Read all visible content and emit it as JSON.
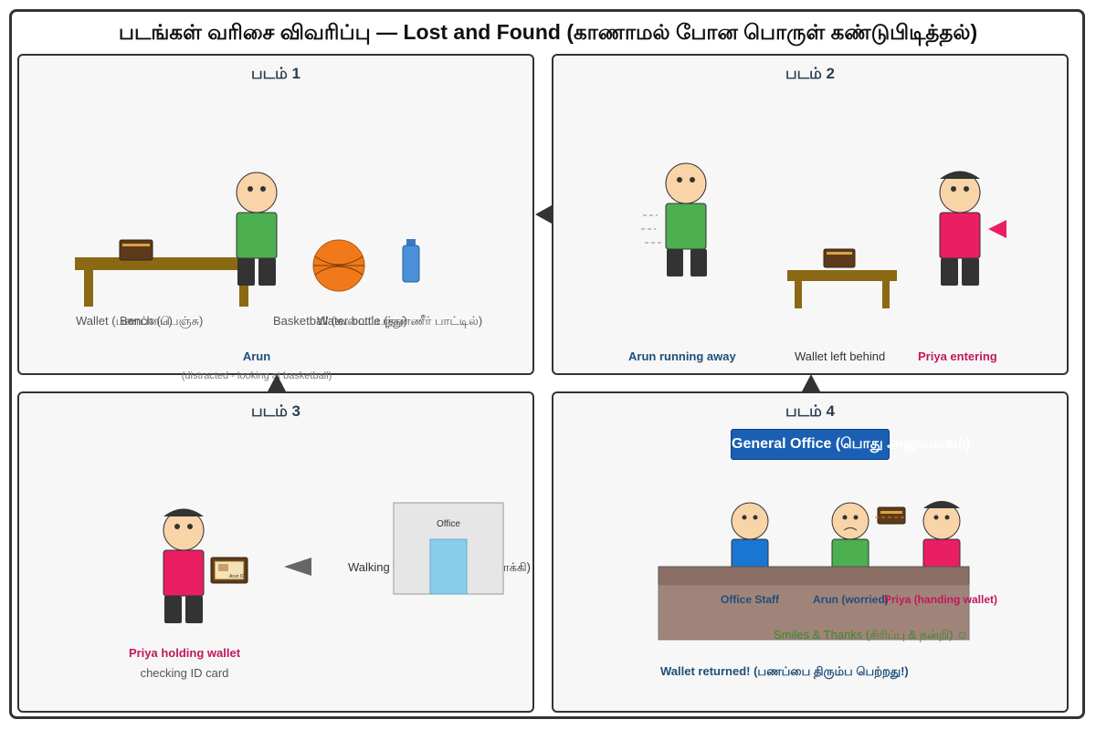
{
  "title": "படங்கள் வரிசை விவரிப்பு — Lost and Found (காணாமல் போன பொருள் கண்டுபிடித்தல்)",
  "panels": [
    {
      "title": "படம் 1",
      "labels": {
        "wallet": "Wallet (பணப்பை)",
        "bench": "Bench (பெஞ்சு)",
        "basketball": "Basketball (கூடைப்பந்து)",
        "water_bottle": "Water bottle (தண்ணீர் பாட்டில்)",
        "arun": "Arun",
        "arun_note": "(distracted - looking at basketball)"
      }
    },
    {
      "title": "படம் 2",
      "labels": {
        "arun_running": "Arun running away",
        "wallet_left": "Wallet left behind",
        "priya_entering": "Priya entering"
      }
    },
    {
      "title": "படம் 3",
      "labels": {
        "priya_holding": "Priya holding wallet",
        "checking_id": "checking ID card",
        "walking": "Walking to office (அலுவலகம் நோக்கி)",
        "office_sign": "Office",
        "id_card_text": "Arun ID"
      }
    },
    {
      "title": "படம் 4",
      "labels": {
        "office_banner": "General Office (பொது அலுவலகம்)",
        "office_staff": "Office Staff",
        "arun_worried": "Arun (worried)",
        "priya_handing": "Priya (handing wallet)",
        "smiles": "Smiles & Thanks (சிரிப்பு & நன்றி) ☺",
        "returned": "Wallet returned! (பணப்பை திரும்ப பெற்றது!)"
      }
    }
  ],
  "colors": {
    "arun_shirt": "#4caf50",
    "priya_shirt": "#e91e63",
    "staff_shirt": "#1976d2",
    "skin": "#f8d4a8",
    "pants": "#333333",
    "bench": "#8b6914",
    "wallet": "#5d3a1a",
    "basketball": "#f07a1a",
    "bottle": "#4a90d9",
    "banner": "#1a5fb4",
    "desk": "#a0847a"
  }
}
